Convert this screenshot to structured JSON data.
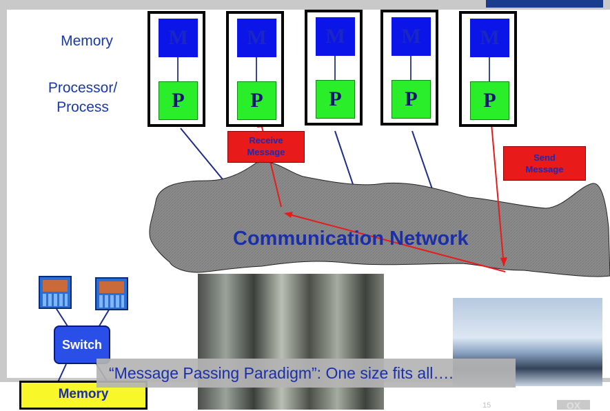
{
  "labels": {
    "memory": "Memory",
    "processor_line1": "Processor/",
    "processor_line2": "Process"
  },
  "nodes": [
    {
      "m": "M",
      "p": "P"
    },
    {
      "m": "M",
      "p": "P"
    },
    {
      "m": "M",
      "p": "P"
    },
    {
      "m": "M",
      "p": "P"
    },
    {
      "m": "M",
      "p": "P"
    }
  ],
  "scrolls": {
    "receive_line1": "Receive",
    "receive_line2": "Message",
    "send_line1": "Send",
    "send_line2": "Message"
  },
  "network": {
    "title": "Communication Network"
  },
  "smp": {
    "switch": "Switch",
    "memory": "Memory"
  },
  "caption": "“Message Passing Paradigm”: One size fits all….",
  "footer": {
    "page": "15",
    "logo": "OX"
  },
  "colors": {
    "memory_block": "#0b15e8",
    "processor_block": "#29ee29",
    "arrow": "#e81a1a",
    "text_accent": "#1a2fa8",
    "network_fill": "#8c8c8c"
  }
}
